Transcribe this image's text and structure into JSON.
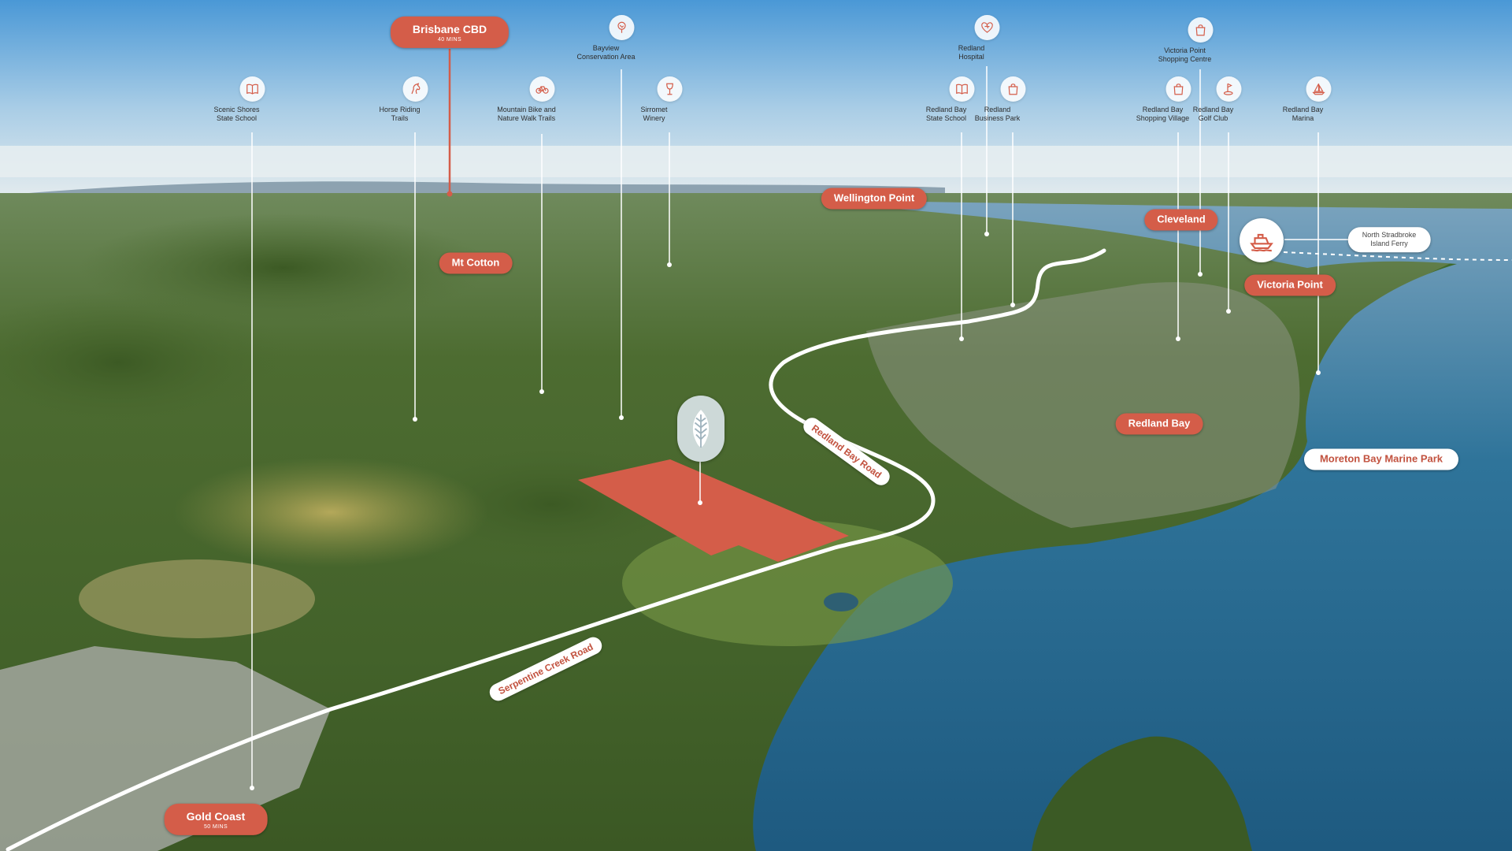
{
  "colors": {
    "accent": "#d45d49",
    "sky_top": "#4f9bd6",
    "sky_horizon": "#dbe6ec",
    "land": "#4b6f2f",
    "water": "#2f6f94",
    "road": "#ffffff"
  },
  "pois": [
    {
      "id": "scenic-shores",
      "icon": "book-icon",
      "label": "Scenic Shores\nState School"
    },
    {
      "id": "horse-riding",
      "icon": "horse-icon",
      "label": "Horse Riding\nTrails"
    },
    {
      "id": "mountain-bike",
      "icon": "bicycle-icon",
      "label": "Mountain Bike and\nNature Walk Trails"
    },
    {
      "id": "bayview",
      "icon": "tree-icon",
      "label": "Bayview\nConservation Area"
    },
    {
      "id": "sirromet",
      "icon": "wine-glass-icon",
      "label": "Sirromet\nWinery"
    },
    {
      "id": "redland-hospital",
      "icon": "heart-icon",
      "label": "Redland\nHospital"
    },
    {
      "id": "redland-bay-state-school",
      "icon": "book-icon",
      "label": "Redland Bay\nState School"
    },
    {
      "id": "redland-business-park",
      "icon": "shopping-bag-icon",
      "label": "Redland\nBusiness Park"
    },
    {
      "id": "victoria-point-shopping",
      "icon": "shopping-bag-icon",
      "label": "Victoria Point\nShopping Centre"
    },
    {
      "id": "redland-bay-shopping",
      "icon": "shopping-bag-icon",
      "label": "Redland Bay\nShopping Village"
    },
    {
      "id": "redland-bay-golf",
      "icon": "golf-icon",
      "label": "Redland Bay\nGolf Club"
    },
    {
      "id": "redland-bay-marina",
      "icon": "sailboat-icon",
      "label": "Redland Bay\nMarina"
    }
  ],
  "places": {
    "brisbane_cbd": {
      "name": "Brisbane CBD",
      "time": "40 MINS"
    },
    "gold_coast": {
      "name": "Gold Coast",
      "time": "50 MINS"
    },
    "mt_cotton": "Mt Cotton",
    "wellington_point": "Wellington Point",
    "cleveland": "Cleveland",
    "victoria_point": "Victoria Point",
    "redland_bay": "Redland Bay",
    "moreton_bay": "Moreton Bay Marine Park",
    "ferry": "North Stradbroke\nIsland Ferry"
  },
  "roads": {
    "redland_bay_road": "Redland Bay Road",
    "serpentine_creek_road": "Serpentine Creek Road"
  },
  "icons": {
    "ferry": "ferry-icon",
    "site": "leaf-icon"
  }
}
